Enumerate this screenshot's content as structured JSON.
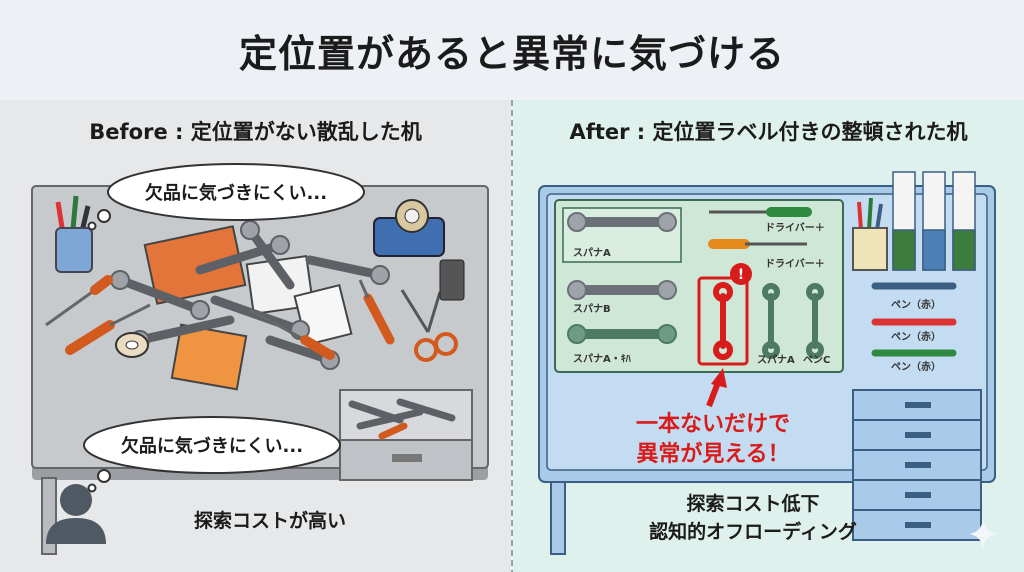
{
  "title": "定位置があると異常に気づける",
  "before": {
    "heading": "Before : 定位置がない散乱した机",
    "bubble_top": "欠品に気づきにくい...",
    "bubble_bottom": "欠品に気づきにくい...",
    "caption": "探索コストが高い"
  },
  "after": {
    "heading": "After : 定位置ラベル付きの整頓された机",
    "labels": {
      "spanner_a": "スパナA",
      "spanner_b": "スパナB",
      "spanner_a_kh": "スパナA・ｷﾊ",
      "driver_1": "ドライバー＋",
      "driver_2": "ドライバー＋",
      "spanner_a_small": "スパナA",
      "pen_c": "ペンC",
      "pen_1": "ペン（赤）",
      "pen_2": "ペン（赤）",
      "pen_3": "ペン（赤）"
    },
    "alert_mark": "!",
    "warning_line1": "一本ないだけで",
    "warning_line2": "異常が見える！",
    "caption_line1": "探索コスト低下",
    "caption_line2": "認知的オフローディング"
  },
  "colors": {
    "before_bg": "#e7e8ea",
    "after_bg": "#dff1ec",
    "alert_red": "#d81b1b",
    "desk_blue": "#bcd8f0"
  },
  "icons": [
    "person-icon",
    "sparkle-icon",
    "wrench-icon",
    "screwdriver-icon",
    "scissors-icon",
    "tape-icon",
    "pen-cup-icon"
  ]
}
